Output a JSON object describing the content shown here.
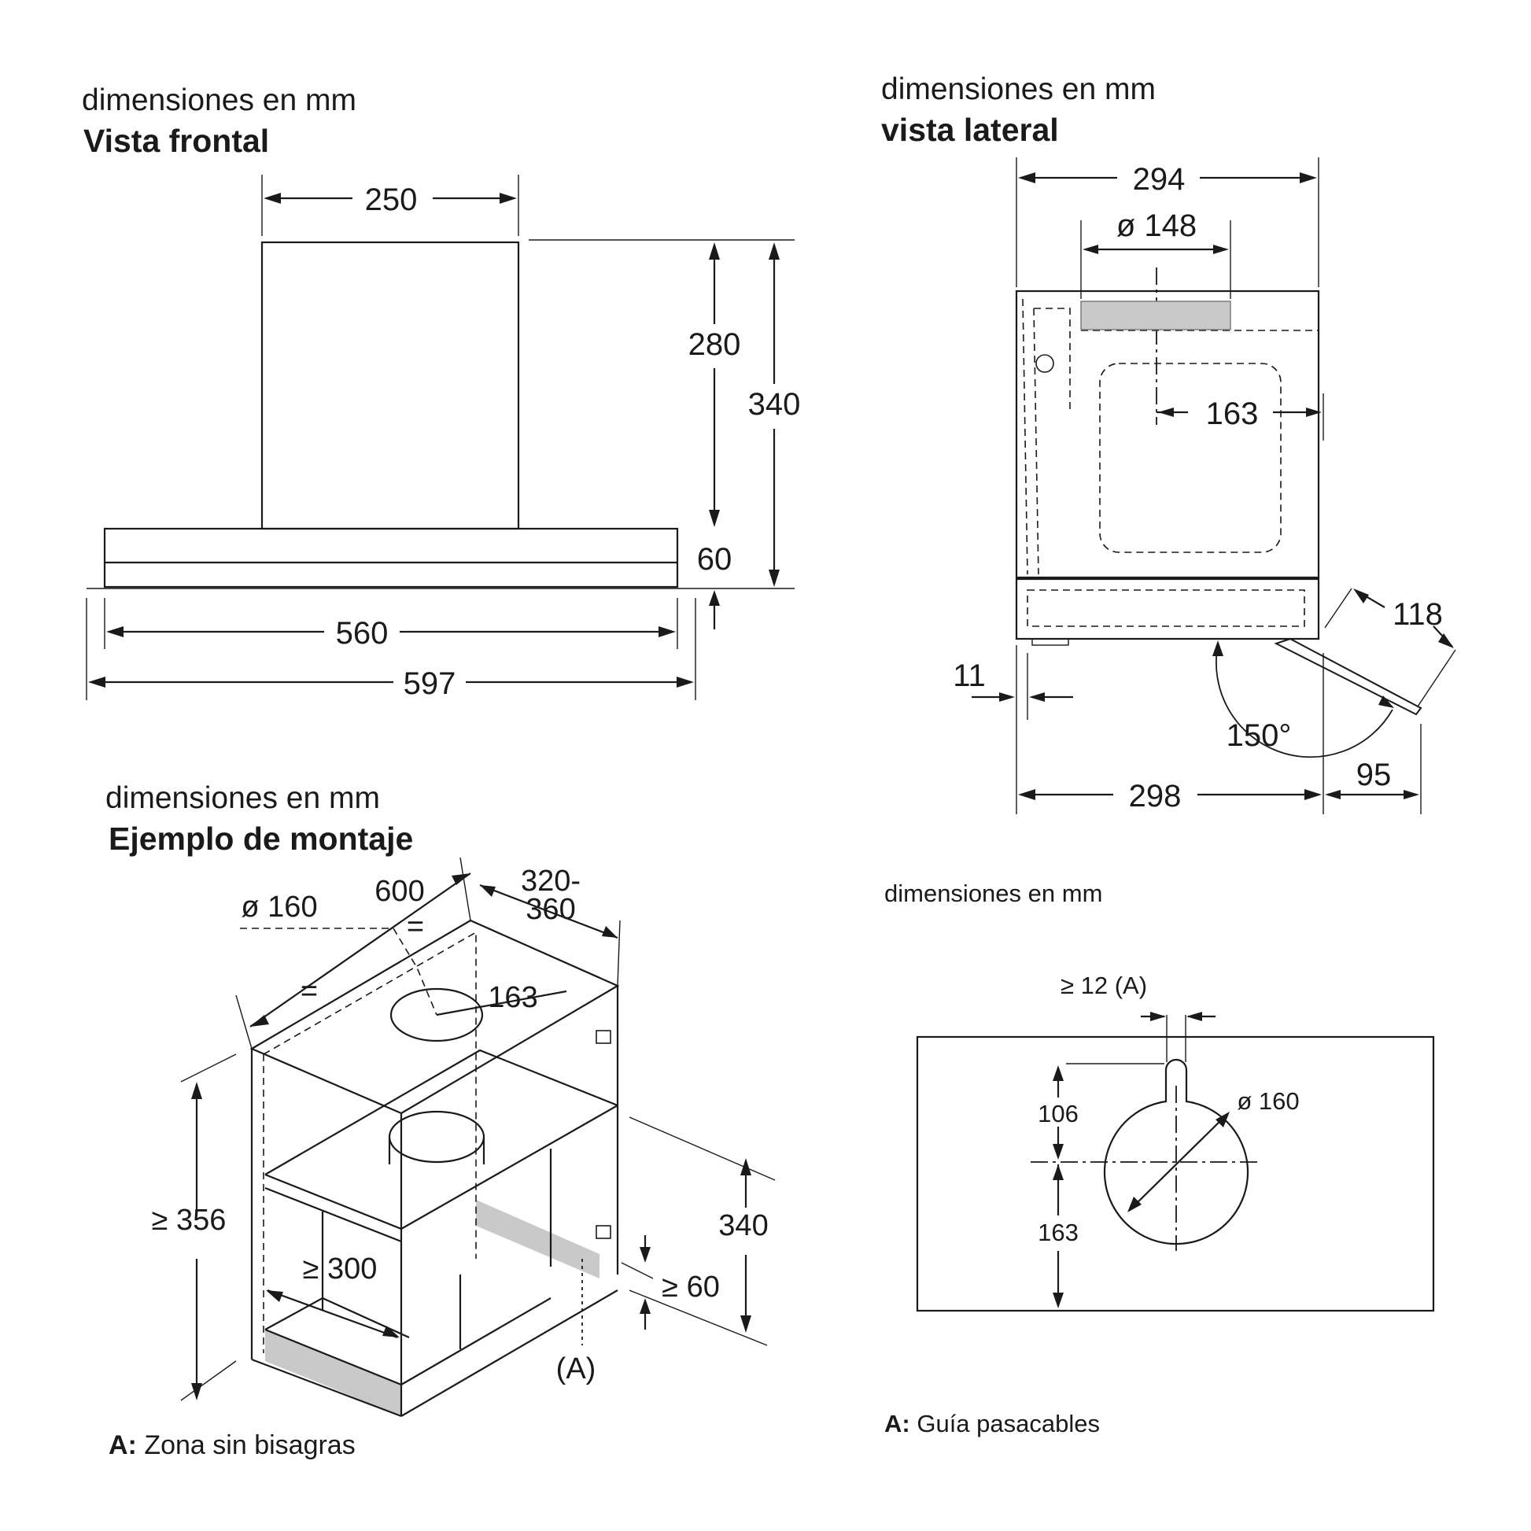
{
  "front": {
    "heading": "dimensiones en mm",
    "title": "Vista frontal",
    "dims": {
      "chimney_width": "250",
      "chimney_height": "280",
      "total_height": "340",
      "canopy_height": "60",
      "inner_width": "560",
      "outer_width": "597"
    }
  },
  "side": {
    "heading": "dimensiones en mm",
    "title": "vista lateral",
    "dims": {
      "depth_top": "294",
      "duct": "ø 148",
      "duct_offset": "163",
      "visor": "118",
      "gap": "11",
      "angle": "150°",
      "depth_bottom": "298",
      "overhang": "95"
    }
  },
  "mount": {
    "heading": "dimensiones en mm",
    "title": "Ejemplo de montaje",
    "dims": {
      "cut_diameter": "ø 160",
      "width": "600",
      "depth": "320-\n360",
      "depth_line1": "320-",
      "depth_line2": "360",
      "equal": "=",
      "cut_offset": "163",
      "min_height": "≥ 356",
      "min_width": "≥ 300",
      "height": "340",
      "min_bottom": "≥ 60",
      "zone_marker": "(A)"
    },
    "note_key": "A:",
    "note_text": "Zona sin bisagras"
  },
  "cutout": {
    "heading": "dimensiones en mm",
    "dims": {
      "min_slot": "≥ 12 (A)",
      "top_offset": "106",
      "diameter": "ø 160",
      "bottom_offset": "163"
    },
    "note_key": "A:",
    "note_text": "Guía pasacables"
  }
}
